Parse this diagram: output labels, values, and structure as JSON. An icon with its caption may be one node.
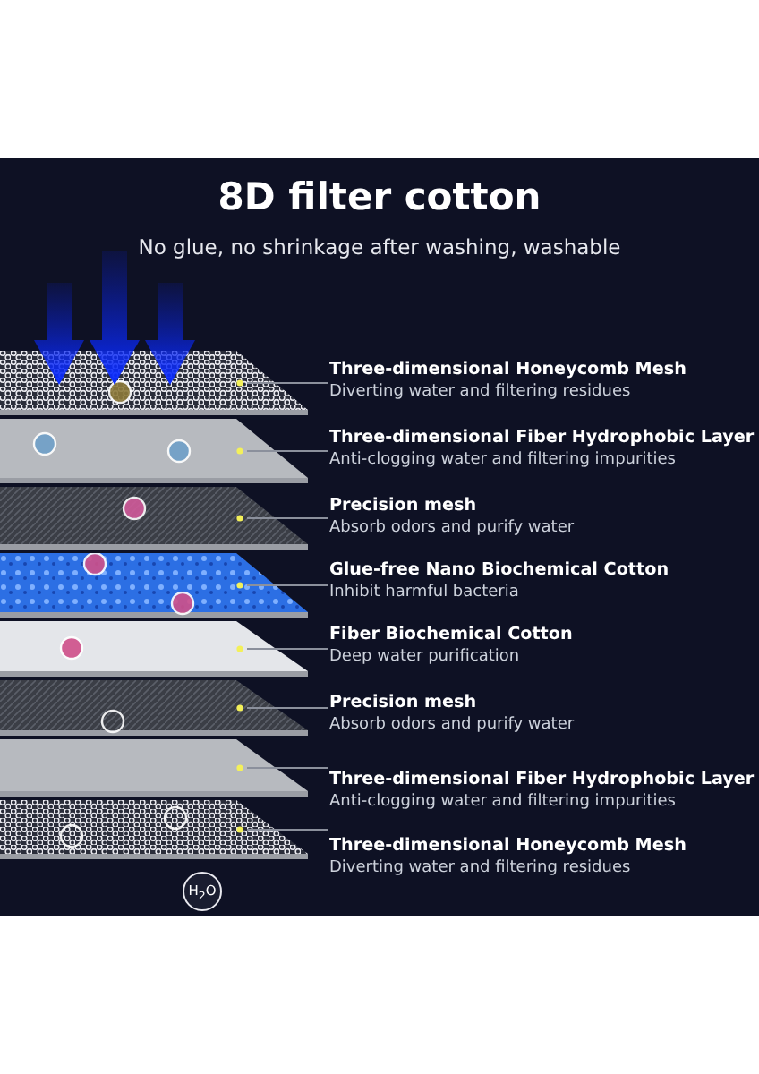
{
  "diagram": {
    "title": "8D filter cotton",
    "nodes": [
      {
        "text": [],
        "shape": "picture"
      },
      {
        "text": [],
        "shape": "picture"
      },
      {
        "text": [],
        "shape": "picture"
      },
      {
        "text": [],
        "shape": "picture"
      },
      {
        "text": [],
        "shape": "picture"
      },
      {
        "text": [],
        "shape": "picture"
      },
      {
        "text": [],
        "shape": "picture"
      },
      {
        "text": [],
        "shape": "picture"
      },
      {
        "text": [
          "Three-dimensional Honeycomb Mesh",
          "Diverting water and filtering residues"
        ]
      },
      {
        "text": [
          "Three-dimensional Fiber Hydrophobic Layer",
          "Anti-clogging water and filtering impurities"
        ]
      },
      {
        "text": [
          "Precision mesh",
          "Absorb odors and purify water"
        ]
      },
      {
        "text": [
          "Glue-free Nano Biochemical Cotton",
          "Inhibit harmful bacteria"
        ]
      },
      {
        "text": [
          "Fiber Biochemical Cotton",
          "Deep water purification"
        ]
      },
      {
        "text": [
          "Precision mesh",
          "Absorb odors and purify water"
        ]
      },
      {
        "text": [
          "Three-dimensional Fiber Hydrophobic Layer",
          "Anti-clogging water and filtering impurities"
        ]
      },
      {
        "text": [
          "Three-dimensional Honeycomb Mesh",
          "Diverting water and filtering residues"
        ]
      }
    ],
    "edges": [
      {
        "from": 8,
        "to": 0,
        "arrow": "none"
      },
      {
        "from": 9,
        "to": 1,
        "arrow": "none"
      },
      {
        "from": 10,
        "to": 2,
        "arrow": "none"
      },
      {
        "from": 11,
        "to": 3,
        "arrow": "none"
      },
      {
        "from": 12,
        "to": 4,
        "arrow": "none"
      },
      {
        "from": 13,
        "to": 5,
        "arrow": "none"
      },
      {
        "from": 14,
        "to": 6,
        "arrow": "none"
      },
      {
        "from": 15,
        "to": 7,
        "arrow": "none"
      }
    ],
    "labels": [
      "No glue, no shrinkage after washing, washable",
      "H$_{2}$O"
    ]
  }
}
